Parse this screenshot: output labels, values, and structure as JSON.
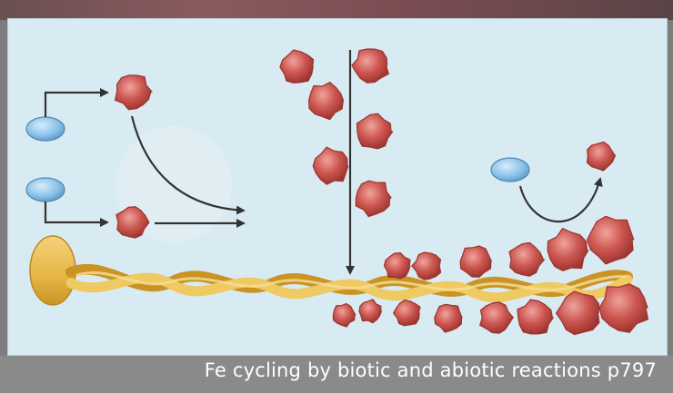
{
  "caption": "Fe cycling by biotic and abiotic reactions p797",
  "colors": {
    "background": "#d9ebf2",
    "mineral_particle": "#c9544f",
    "microbe_cell": "#8cc3ea",
    "bacterium_and_filament": "#e8b848",
    "arrow": "#333333"
  },
  "icons": {
    "microbe": "blue-oval-cell",
    "mineral": "red-iron-particle",
    "bacterium": "yellow-cell-with-twisted-stalk"
  }
}
